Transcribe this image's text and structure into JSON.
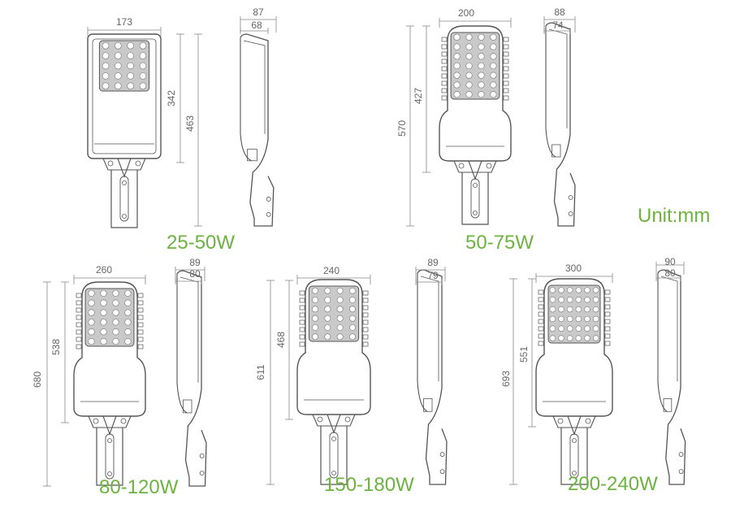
{
  "colors": {
    "label": "#6db33f",
    "line": "#555555",
    "dim": "#888888"
  },
  "unit_label": "Unit:mm",
  "models": [
    {
      "power": "25-50W",
      "width": "173",
      "lens_h": "342",
      "body_h": "463",
      "side_total": "87",
      "side_body": "68"
    },
    {
      "power": "50-75W",
      "width": "200",
      "lens_h": "427",
      "body_h": "570",
      "side_total": "88",
      "side_body": "74"
    },
    {
      "power": "80-120W",
      "width": "260",
      "lens_h": "538",
      "body_h": "680",
      "side_total": "89",
      "side_body": "80"
    },
    {
      "power": "150-180W",
      "width": "240",
      "lens_h": "468",
      "body_h": "611",
      "side_total": "89",
      "side_body": "79"
    },
    {
      "power": "200-240W",
      "width": "300",
      "lens_h": "551",
      "body_h": "693",
      "side_total": "90",
      "side_body": "80"
    }
  ]
}
